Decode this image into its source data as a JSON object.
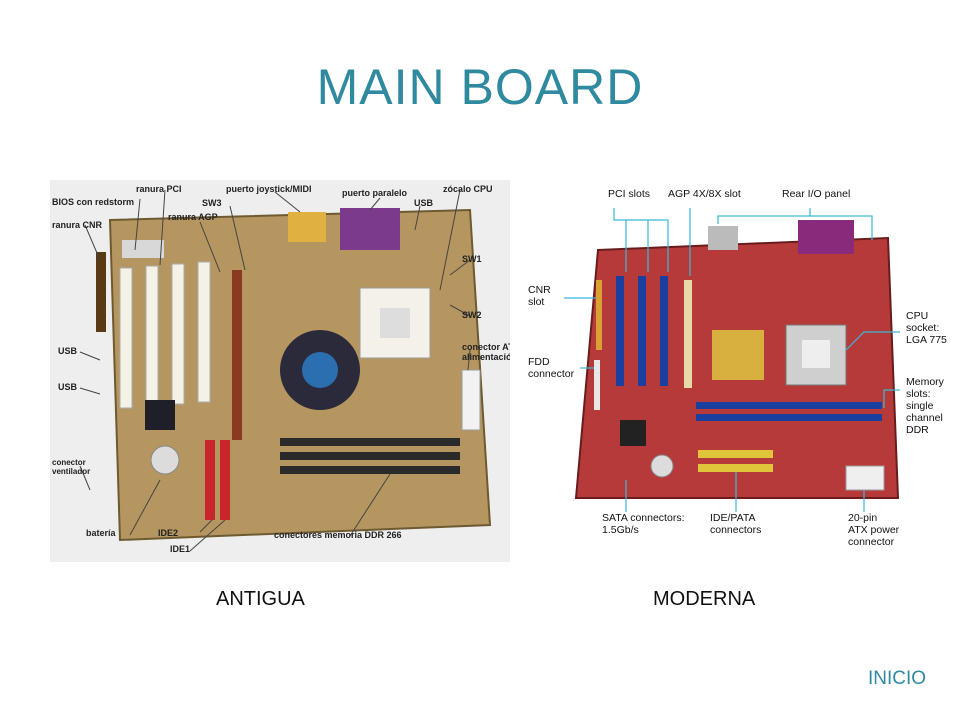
{
  "slide": {
    "title": "MAIN BOARD",
    "captions": {
      "left": "ANTIGUA",
      "right": "MODERNA"
    },
    "nav_link": "INICIO",
    "colors": {
      "title": "#2f8aa0",
      "link": "#2f8aa0"
    }
  },
  "old_board": {
    "labels": {
      "bios": "BIOS con redstorm",
      "ranura_pci": "ranura PCI",
      "ranura_cnr": "ranura CNR",
      "ranura_agp": "ranura AGP",
      "sw3": "SW3",
      "joystick": "puerto joystick/MIDI",
      "paralelo": "puerto paralelo",
      "usb_top": "USB",
      "zocalo": "zócalo CPU",
      "sw1": "SW1",
      "sw2": "SW2",
      "atx": "conector ATX",
      "atx2": "alimentación",
      "usb1": "USB",
      "usb2": "USB",
      "ventilador1": "conector",
      "ventilador2": "ventilador",
      "bateria": "batería",
      "ide2": "IDE2",
      "ide1": "IDE1",
      "ddr": "conectores memoria DDR 266"
    }
  },
  "new_board": {
    "labels": {
      "pci": "PCI slots",
      "agp": "AGP 4X/8X slot",
      "rear_io": "Rear I/O panel",
      "cnr": "CNR\nslot",
      "fdd": "FDD\nconnector",
      "cpu": "CPU\nsocket:\nLGA 775",
      "memory": "Memory\nslots:\nsingle\nchannel\nDDR",
      "sata": "SATA connectors:\n1.5Gb/s",
      "ide": "IDE/PATA\nconnectors",
      "atx": "20-pin\nATX power\nconnector"
    }
  }
}
